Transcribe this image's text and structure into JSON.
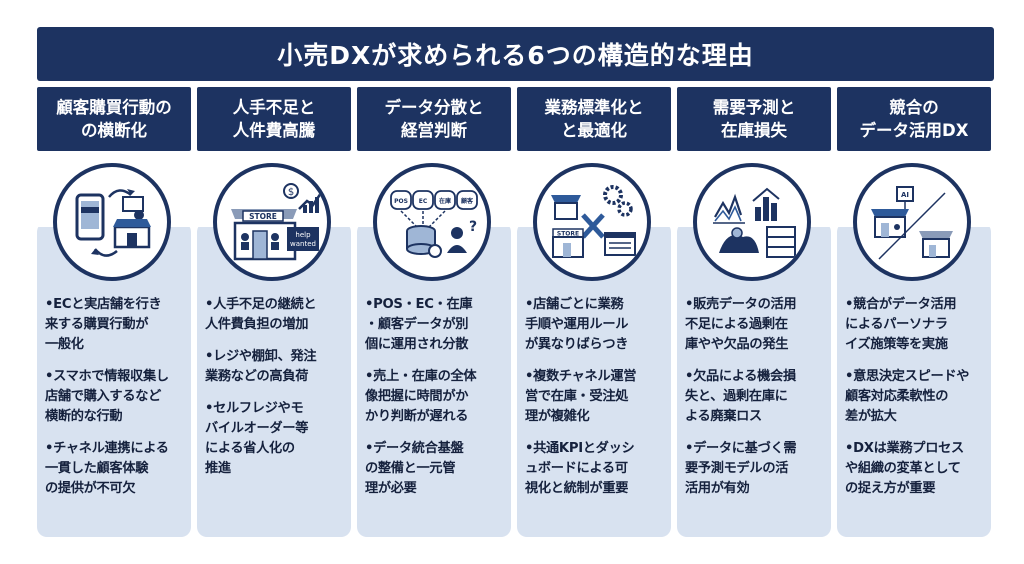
{
  "title": "小売DXが求められる6つの構造的な理由",
  "colors": {
    "navy": "#1d3361",
    "panel": "#d8e2f0",
    "text": "#15213d"
  },
  "columns": [
    {
      "head": [
        "顧客購買行動の",
        "の横断化"
      ],
      "icon": "omnichannel-shopping-icon",
      "bullets": [
        "•ECと実店舗を行き\n来する購買行動が\n一般化",
        "•スマホで情報収集し\n店舗で購入するなど\n横断的な行動",
        "•チャネル連携による\n一貫した顧客体験\nの提供が不可欠"
      ]
    },
    {
      "head": [
        "人手不足と",
        "人件費高騰"
      ],
      "icon": "store-hiring-icon",
      "store_label": "STORE",
      "sign_label": [
        "help",
        "wanted"
      ],
      "bullets": [
        "•人手不足の継続と\n人件費負担の増加",
        "•レジや棚卸、発注\n業務などの高負荷",
        "•セルフレジやモ\nバイルオーダー等\nによる省人化の\n推進"
      ]
    },
    {
      "head": [
        "データ分散と",
        "経営判断"
      ],
      "icon": "data-silos-icon",
      "db_labels": [
        "POS",
        "EC",
        "在庫",
        "顧客"
      ],
      "bullets": [
        "•POS・EC・在庫\n・顧客データが別\n個に運用され分散",
        "•売上・在庫の全体\n像把握に時間がか\nかり判断が遅れる",
        "•データ統合基盤\nの整備と一元管\n理が必要"
      ]
    },
    {
      "head": [
        "業務標準化と",
        "と最適化"
      ],
      "icon": "process-standardization-icon",
      "store_label": "STORE",
      "bullets": [
        "•店舗ごとに業務\n手順や運用ルール\nが異なりばらつき",
        "•複数チャネル運営\n営で在庫・受注処\n理が複雑化",
        "•共通KPIとダッシ\nュボードによる可\n視化と統制が重要"
      ]
    },
    {
      "head": [
        "需要予測と",
        "在庫損失"
      ],
      "icon": "demand-forecast-icon",
      "bullets": [
        "•販売データの活用\n不足による過剰在\n庫やや欠品の発生",
        "•欠品による機会損\n失と、過剰在庫に\nよる廃棄ロス",
        "•データに基づく需\n要予測モデルの活\n活用が有効"
      ]
    },
    {
      "head": [
        "競合の",
        "データ活用DX"
      ],
      "icon": "ai-competition-icon",
      "ai_label": "AI",
      "bullets": [
        "•競合がデータ活用\nによるパーソナラ\nイズ施策等を実施",
        "•意思決定スピードや\n顧客対応柔軟性の\n差が拡大",
        "•DXは業務プロセス\nや組織の変革として\nの捉え方が重要"
      ]
    }
  ]
}
